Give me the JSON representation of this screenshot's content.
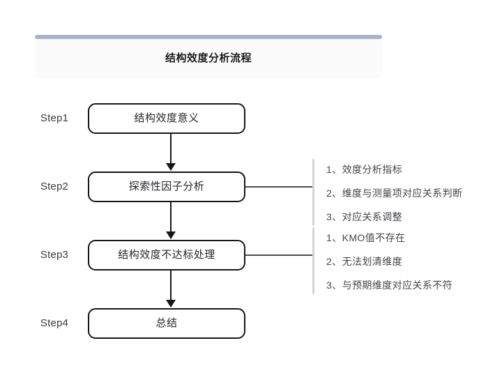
{
  "header": {
    "title": "结构效度分析流程",
    "accent_color": "#aab3c6"
  },
  "flow": {
    "steps": [
      {
        "label": "Step1",
        "box_text": "结构效度意义"
      },
      {
        "label": "Step2",
        "box_text": "探索性因子分析"
      },
      {
        "label": "Step3",
        "box_text": "结构效度不达标处理"
      },
      {
        "label": "Step4",
        "box_text": "总结"
      }
    ]
  },
  "branches": [
    {
      "for_step": "Step2",
      "items": [
        "1、效度分析指标",
        "2、维度与测量项对应关系判断",
        "3、对应关系调整"
      ]
    },
    {
      "for_step": "Step3",
      "items": [
        "1、KMO值不存在",
        "2、无法划清维度",
        "3、与预期维度对应关系不符"
      ]
    }
  ]
}
